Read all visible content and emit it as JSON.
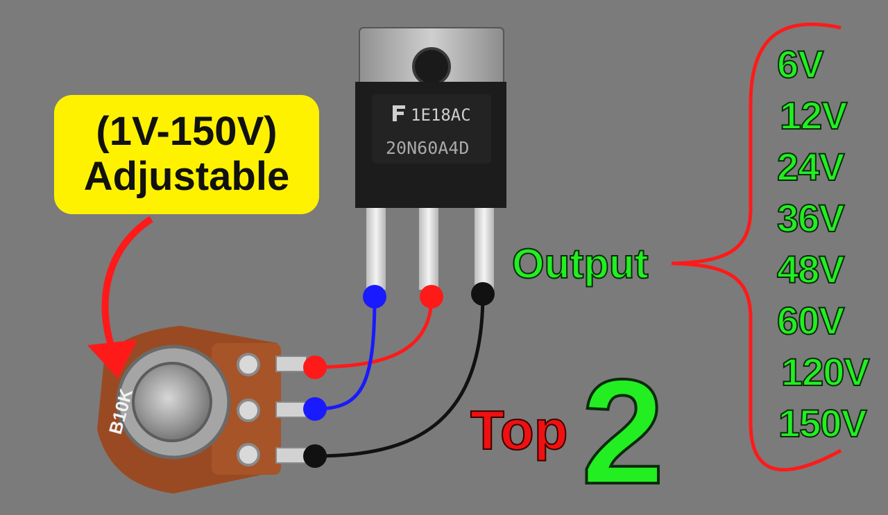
{
  "label_box": {
    "range": "(1V-150V)",
    "text": "Adjustable"
  },
  "transistor": {
    "logo_code": "1E18AC",
    "part_number": "20N60A4D"
  },
  "potentiometer": {
    "marking": "B10K"
  },
  "output": {
    "label": "Output",
    "voltages": [
      "6V",
      "12V",
      "24V",
      "36V",
      "48V",
      "60V",
      "120V",
      "150V"
    ]
  },
  "title": {
    "word": "Top",
    "number": "2"
  },
  "colors": {
    "background": "#7b7b7b",
    "label_box": "#fff200",
    "voltage_text": "#22ee22",
    "top_word": "#ee1111",
    "wire_blue": "#1a1aff",
    "wire_red": "#ff1a1a",
    "wire_black": "#111111",
    "brace": "#ff1a1a"
  }
}
